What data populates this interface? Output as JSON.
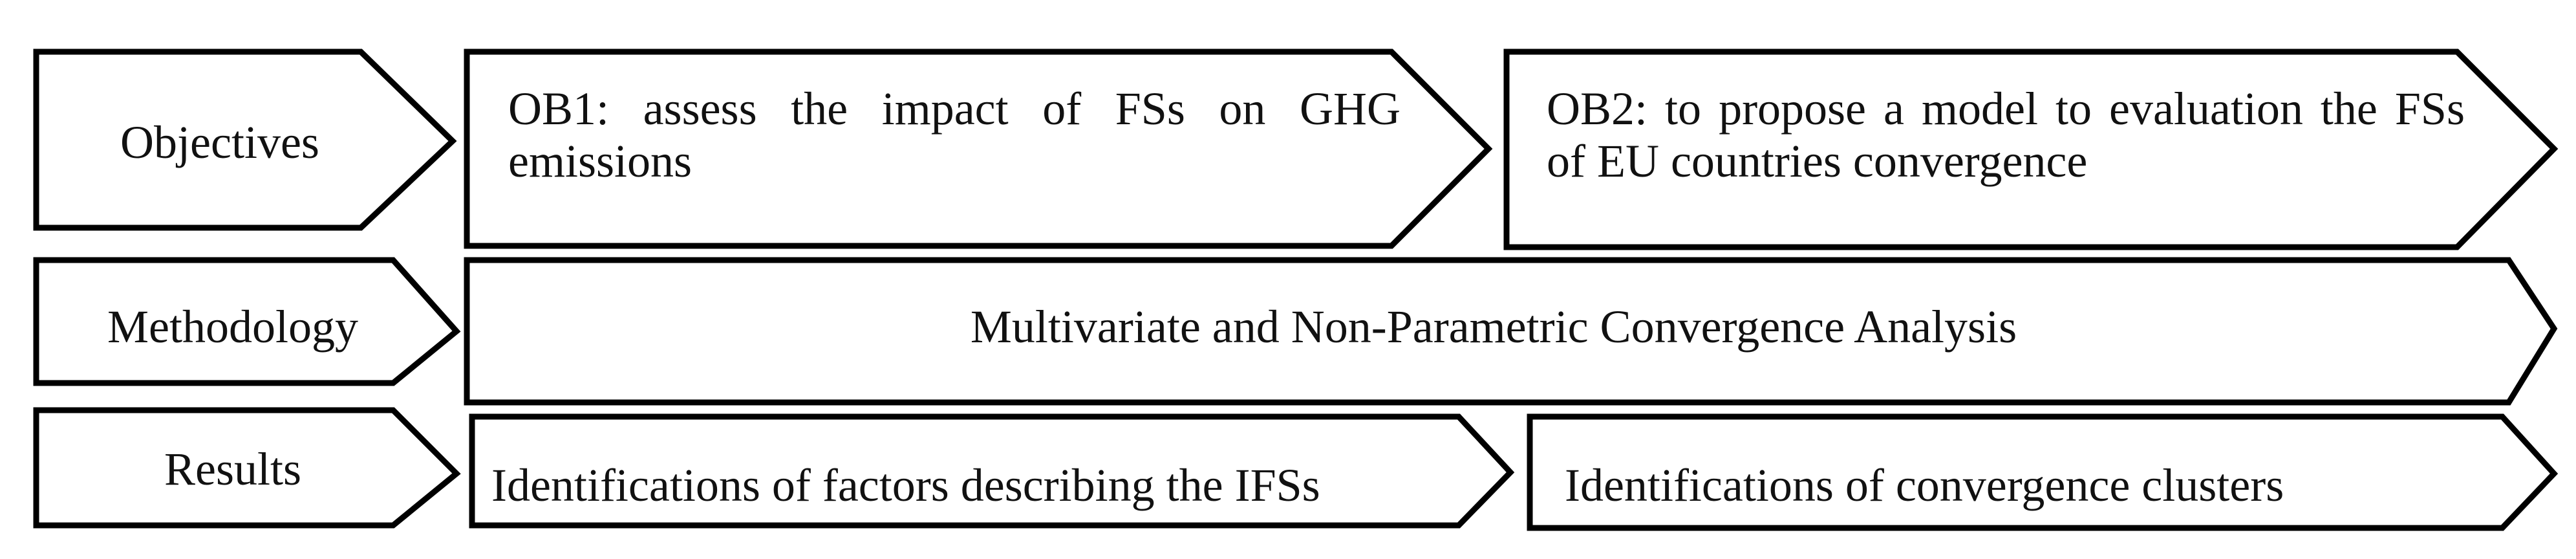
{
  "rows": [
    {
      "label": "Objectives",
      "items": [
        "OB1: assess the impact of FSs on GHG emissions",
        "OB2: to propose a model to evaluation the FSs of EU countries convergence"
      ]
    },
    {
      "label": "Methodology",
      "items": [
        "Multivariate and Non-Parametric Convergence Analysis"
      ]
    },
    {
      "label": "Results",
      "items": [
        "Identifications of factors describing the IFSs",
        "Identifications of convergence clusters"
      ]
    }
  ]
}
